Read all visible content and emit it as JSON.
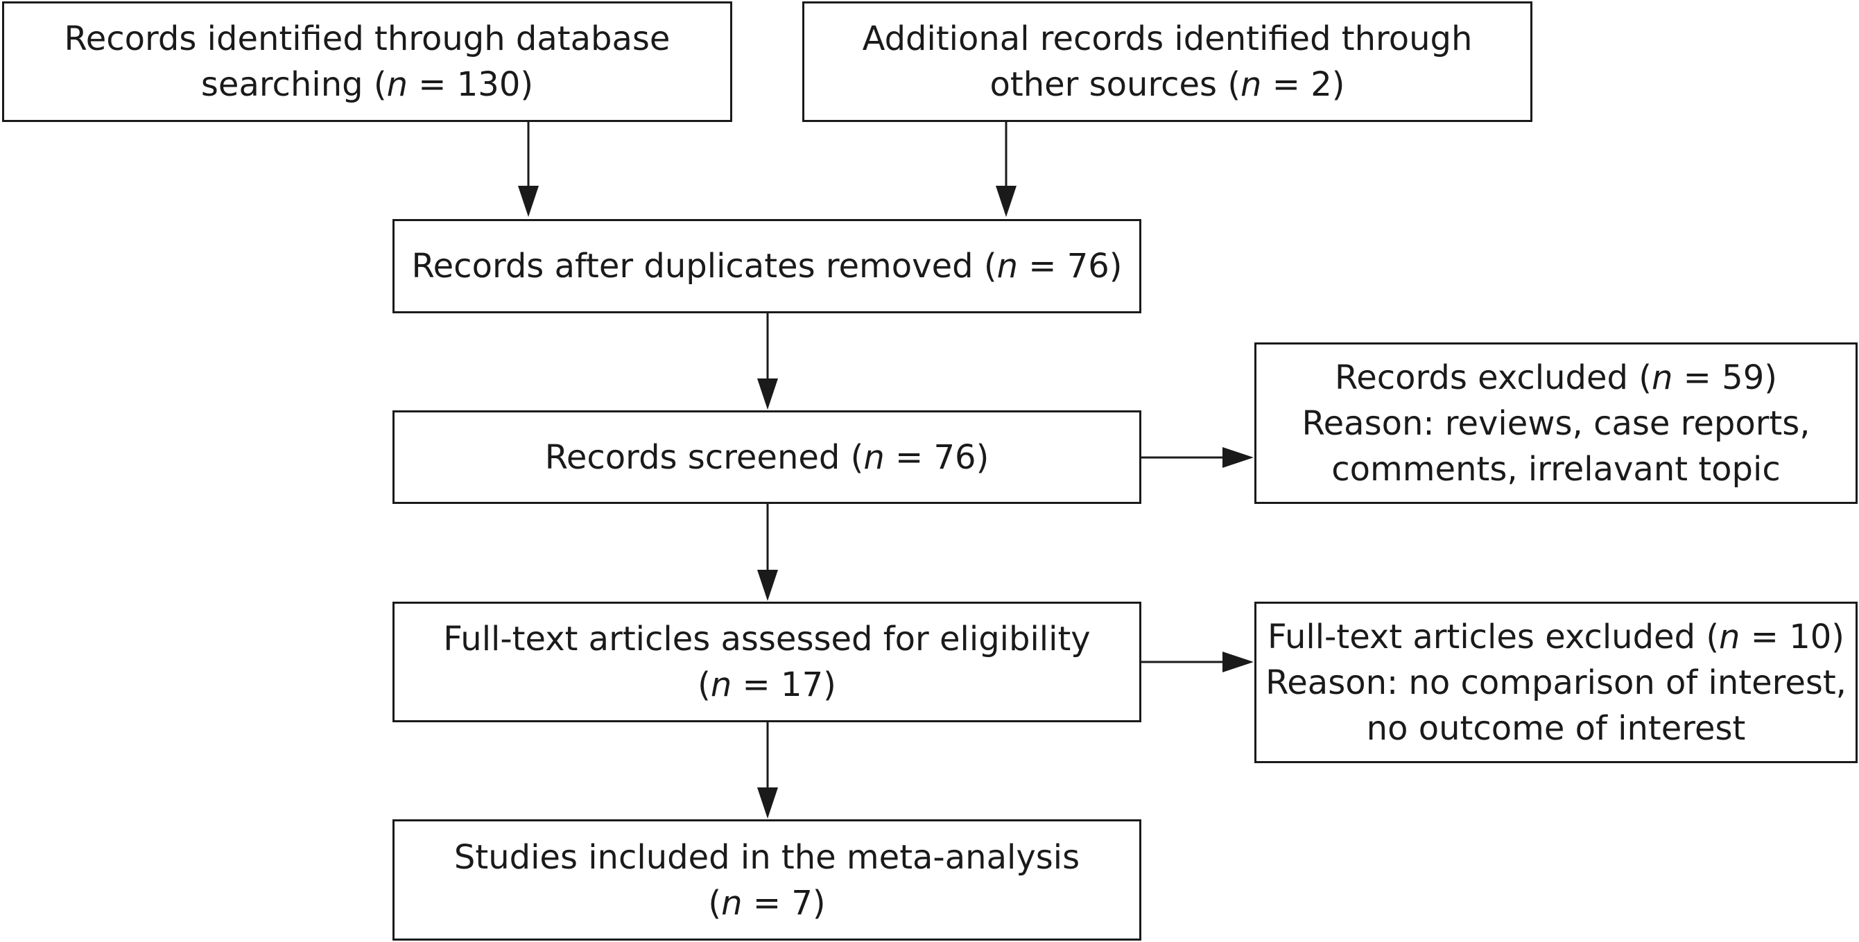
{
  "boxes": {
    "database": {
      "line1": "Records identified through database",
      "line2_pre": "searching (",
      "n_symbol": "n",
      "line2_post": " = 130)"
    },
    "other_sources": {
      "line1": "Additional records identified through",
      "line2_pre": "other sources (",
      "n_symbol": "n",
      "line2_post": " = 2)"
    },
    "duplicates_removed": {
      "line1_pre": "Records after duplicates removed (",
      "n_symbol": "n",
      "line1_post": " = 76)"
    },
    "screened": {
      "line1_pre": "Records screened (",
      "n_symbol": "n",
      "line1_post": " = 76)"
    },
    "records_excluded": {
      "line1_pre": "Records excluded (",
      "n_symbol": "n",
      "line1_post": " = 59)",
      "line2": "Reason: reviews, case reports,",
      "line3": "comments, irrelavant topic"
    },
    "full_text_assessed": {
      "line1": "Full-text articles assessed for eligibility",
      "line2_pre": "(",
      "n_symbol": "n",
      "line2_post": " = 17)"
    },
    "full_text_excluded": {
      "line1_pre": "Full-text articles excluded (",
      "n_symbol": "n",
      "line1_post": " = 10)",
      "line2": "Reason: no comparison of interest,",
      "line3": "no outcome of interest"
    },
    "included": {
      "line1": "Studies included in the meta-analysis",
      "line2_pre": "(",
      "n_symbol": "n",
      "line2_post": " = 7)"
    }
  },
  "colors": {
    "stroke": "#1a1a1a",
    "background": "#ffffff"
  }
}
